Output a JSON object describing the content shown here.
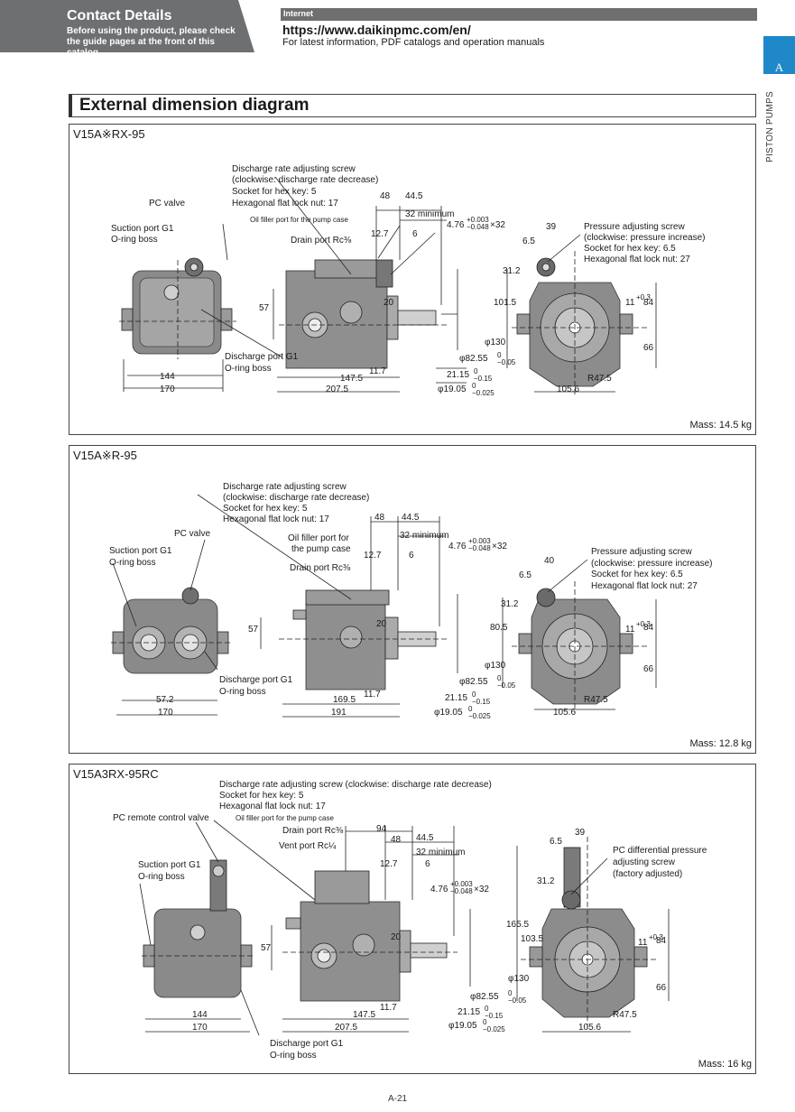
{
  "header": {
    "title": "Contact Details",
    "subtitle": "Before using the product, please check the guide pages at the front of this catalog.",
    "internet_label": "Internet",
    "url": "https://www.daikinpmc.com/en/",
    "url_note": "For latest information, PDF catalogs and operation manuals"
  },
  "side_tab": {
    "letter": "A",
    "label": "PISTON PUMPS"
  },
  "section_title": "External dimension diagram",
  "panels": [
    {
      "model": "V15A※RX-95",
      "mass": "Mass: 14.5 kg",
      "labels": {
        "pc_valve": "PC valve",
        "suction_port": "Suction port G1",
        "o_ring_1": "O-ring boss",
        "discharge_screw_1": "Discharge rate adjusting screw",
        "discharge_screw_2": "(clockwise: discharge rate decrease)",
        "hex_key": "Socket for hex key: 5",
        "lock_nut": "Hexagonal flat lock nut: 17",
        "oil_filler": "Oil filler port for the pump case",
        "drain_port": "Drain port Rc⅜",
        "discharge_port": "Discharge port G1",
        "o_ring_2": "O-ring boss",
        "pressure_screw_1": "Pressure adjusting screw",
        "pressure_screw_2": "(clockwise: pressure increase)",
        "pressure_hex": "Socket for hex key: 6.5",
        "pressure_nut": "Hexagonal flat lock nut: 27"
      },
      "dims": {
        "d48": "48",
        "d44_5": "44.5",
        "d32min": "32 minimum",
        "d12_7": "12.7",
        "d6": "6",
        "key": "4.76",
        "key_tol_up": "+0.003",
        "key_tol_dn": "−0.048",
        "key_len": "×32",
        "d57": "57",
        "d20": "20",
        "d144": "144",
        "d170": "170",
        "d147_5": "147.5",
        "d207_5": "207.5",
        "d11_7": "11.7",
        "d82_55": "φ82.55",
        "d82_tol_up": "0",
        "d82_tol_dn": "−0.05",
        "d21_15": "21.15",
        "d21_tol_up": "0",
        "d21_tol_dn": "−0.15",
        "d19_05": "φ19.05",
        "d19_tol_up": "0",
        "d19_tol_dn": "−0.025",
        "d39": "39",
        "d6_5": "6.5",
        "d31_2": "31.2",
        "d101_5": "101.5",
        "d11": "11",
        "d11_tol": "+0.3",
        "d84": "84",
        "d66": "66",
        "d130": "φ130",
        "d47_5": "R47.5",
        "d105_6": "105.6"
      }
    },
    {
      "model": "V15A※R-95",
      "mass": "Mass: 12.8 kg",
      "labels": {
        "pc_valve": "PC valve",
        "suction_port": "Suction port G1",
        "o_ring_1": "O-ring boss",
        "discharge_screw_1": "Discharge rate adjusting screw",
        "discharge_screw_2": "(clockwise: discharge rate decrease)",
        "hex_key": "Socket for hex key: 5",
        "lock_nut": "Hexagonal flat lock nut: 17",
        "oil_filler_1": "Oil filler port for",
        "oil_filler_2": "the pump case",
        "drain_port": "Drain port Rc⅜",
        "discharge_port": "Discharge port G1",
        "o_ring_2": "O-ring boss",
        "pressure_screw_1": "Pressure adjusting screw",
        "pressure_screw_2": "(clockwise: pressure increase)",
        "pressure_hex": "Socket for hex key: 6.5",
        "pressure_nut": "Hexagonal flat lock nut: 27"
      },
      "dims": {
        "d48": "48",
        "d44_5": "44.5",
        "d32min": "32 minimum",
        "d12_7": "12.7",
        "d6": "6",
        "key": "4.76",
        "key_tol_up": "+0.003",
        "key_tol_dn": "−0.048",
        "key_len": "×32",
        "d57": "57",
        "d20": "20",
        "d57_2": "57.2",
        "d170": "170",
        "d169_5": "169.5",
        "d191": "191",
        "d11_7": "11.7",
        "d82_55": "φ82.55",
        "d82_tol_up": "0",
        "d82_tol_dn": "−0.05",
        "d21_15": "21.15",
        "d21_tol_up": "0",
        "d21_tol_dn": "−0.15",
        "d19_05": "φ19.05",
        "d19_tol_up": "0",
        "d19_tol_dn": "−0.025",
        "d40": "40",
        "d6_5": "6.5",
        "d31_2": "31.2",
        "d80_5": "80.5",
        "d11": "11",
        "d11_tol": "+0.3",
        "d84": "84",
        "d66": "66",
        "d130": "φ130",
        "d47_5": "R47.5",
        "d105_6": "105.6"
      }
    },
    {
      "model": "V15A3RX-95RC",
      "mass": "Mass: 16 kg",
      "labels": {
        "pc_remote": "PC remote control valve",
        "suction_port": "Suction port G1",
        "o_ring_1": "O-ring boss",
        "discharge_screw": "Discharge rate adjusting screw (clockwise: discharge rate decrease)",
        "hex_key": "Socket for hex key: 5",
        "lock_nut": "Hexagonal flat lock nut: 17",
        "oil_filler": "Oil filler port for the pump case",
        "drain_port": "Drain port Rc⅜",
        "vent_port": "Vent port Rc¼",
        "discharge_port": "Discharge port G1",
        "o_ring_2": "O-ring boss",
        "pc_diff_1": "PC differential pressure",
        "pc_diff_2": "adjusting screw",
        "pc_diff_3": "(factory adjusted)"
      },
      "dims": {
        "d94": "94",
        "d48": "48",
        "d44_5": "44.5",
        "d32min": "32 minimum",
        "d12_7": "12.7",
        "d6": "6",
        "key": "4.76",
        "key_tol_up": "+0.003",
        "key_tol_dn": "−0.048",
        "key_len": "×32",
        "d57": "57",
        "d20": "20",
        "d144": "144",
        "d170": "170",
        "d147_5": "147.5",
        "d207_5": "207.5",
        "d11_7": "11.7",
        "d82_55": "φ82.55",
        "d82_tol_up": "0",
        "d82_tol_dn": "−0.05",
        "d21_15": "21.15",
        "d21_tol_up": "0",
        "d21_tol_dn": "−0.15",
        "d19_05": "φ19.05",
        "d19_tol_up": "0",
        "d19_tol_dn": "−0.025",
        "d39": "39",
        "d6_5": "6.5",
        "d31_2": "31.2",
        "d165_5": "165.5",
        "d103_5": "103.5",
        "d11": "11",
        "d11_tol": "+0.3",
        "d84": "84",
        "d66": "66",
        "d130": "φ130",
        "d47_5": "R47.5",
        "d105_6": "105.6"
      }
    }
  ],
  "footer": {
    "page": "A-21"
  }
}
